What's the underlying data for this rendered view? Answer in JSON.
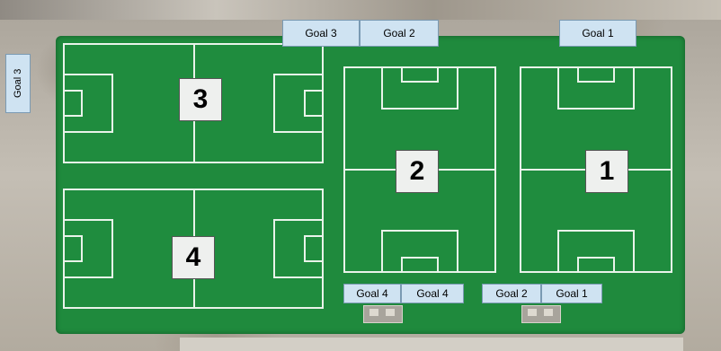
{
  "fields": [
    {
      "number": "1"
    },
    {
      "number": "2"
    },
    {
      "number": "3"
    },
    {
      "number": "4"
    }
  ],
  "goal_labels": {
    "top_goal3": "Goal 3",
    "top_goal2": "Goal 2",
    "top_goal1": "Goal 1",
    "left_goal3": "Goal 3",
    "bottom_goal4_a": "Goal 4",
    "bottom_goal4_b": "Goal 4",
    "bottom_goal2": "Goal 2",
    "bottom_goal1": "Goal 1"
  },
  "colors": {
    "turf": "#1f8a3d",
    "label_fill": "#cfe3f2",
    "number_fill": "#eef0ee"
  }
}
